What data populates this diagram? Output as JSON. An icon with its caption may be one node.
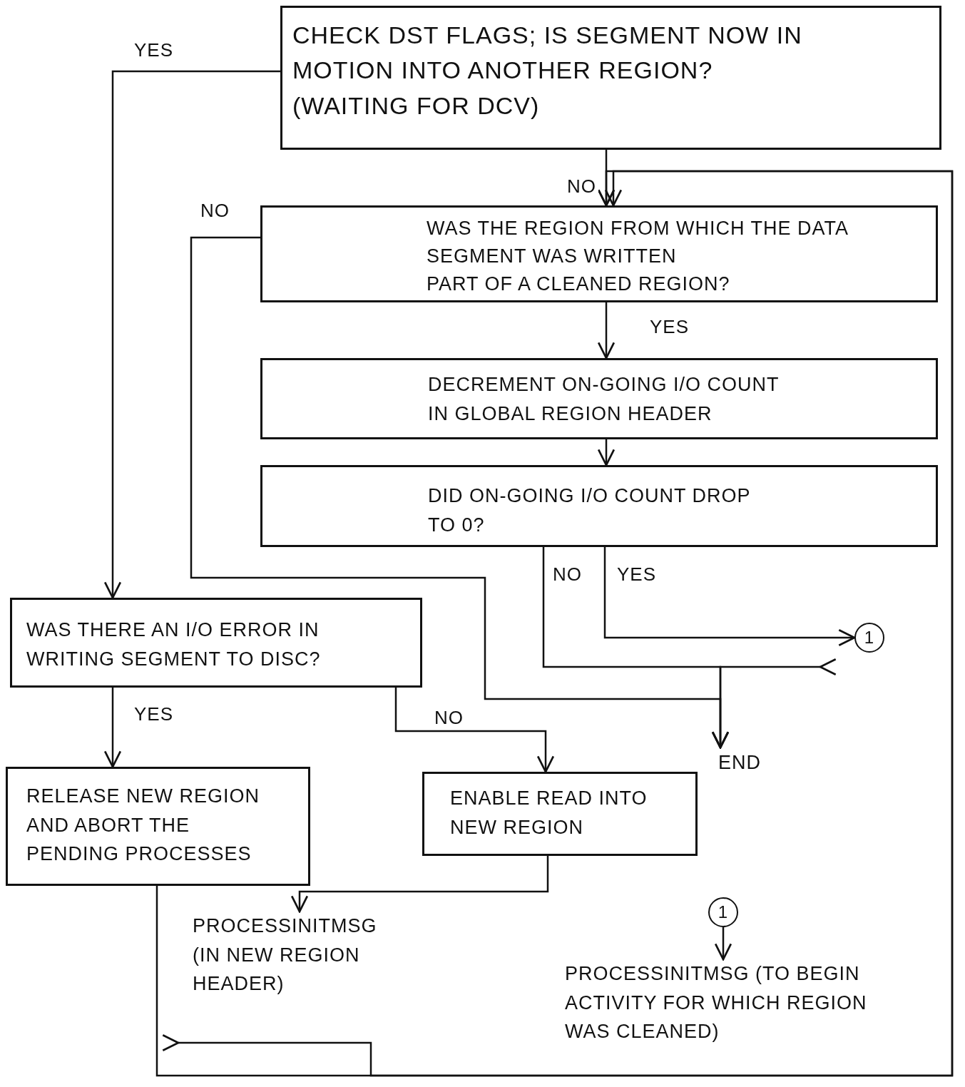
{
  "diagram": {
    "nodes": [
      {
        "text": [
          "CHECK DST FLAGS; IS SEGMENT NOW IN MOTION INTO ANOTHER REGION?",
          "(WAITING FOR DCV)"
        ]
      },
      {
        "text": [
          "WAS THE REGION FROM WHICH THE DATA SEGMENT WAS WRITTEN",
          "PART OF A CLEANED REGION?"
        ]
      },
      {
        "text": [
          "DECREMENT ON-GOING I/O COUNT IN GLOBAL REGION HEADER"
        ]
      },
      {
        "text": [
          "DID ON-GOING I/O COUNT DROP TO 0?"
        ]
      },
      {
        "text": [
          "WAS THERE AN I/O ERROR IN WRITING SEGMENT TO DISC?"
        ]
      },
      {
        "text": [
          "RELEASE NEW REGION AND ABORT THE PENDING PROCESSES"
        ]
      },
      {
        "text": [
          "ENABLE READ INTO NEW REGION"
        ]
      },
      {
        "text": [
          "1"
        ]
      },
      {
        "text": [
          "END"
        ]
      },
      {
        "text": [
          "PROCESSINITMSG (IN NEW REGION HEADER)"
        ]
      },
      {
        "text": [
          "1"
        ]
      },
      {
        "text": [
          "PROCESSINITMSG (TO BEGIN ACTIVITY FOR WHICH REGION WAS CLEANED)"
        ]
      }
    ],
    "edges": [
      {
        "from": 0,
        "to": 4,
        "arrow": "to",
        "label": "YES"
      },
      {
        "from": 0,
        "to": 1,
        "arrow": "to",
        "label": "NO"
      },
      {
        "from": 1,
        "to": 8,
        "arrow": "to",
        "label": "NO"
      },
      {
        "from": 1,
        "to": 2,
        "arrow": "to",
        "label": "YES"
      },
      {
        "from": 2,
        "to": 3,
        "arrow": "to"
      },
      {
        "from": 3,
        "to": 7,
        "arrow": "to",
        "label": "YES"
      },
      {
        "from": 3,
        "to": 8,
        "arrow": "to",
        "label": "NO"
      },
      {
        "from": null,
        "to": 8,
        "arrow": "to"
      },
      {
        "from": 4,
        "to": 5,
        "arrow": "to",
        "label": "YES"
      },
      {
        "from": 4,
        "to": 6,
        "arrow": "to",
        "label": "NO"
      },
      {
        "from": 6,
        "to": 9,
        "arrow": "to"
      },
      {
        "from": 10,
        "to": 11,
        "arrow": "to"
      },
      {
        "from": 5,
        "to": 1,
        "arrow": "to"
      },
      {
        "from": null,
        "to": 1,
        "arrow": "to"
      }
    ]
  }
}
